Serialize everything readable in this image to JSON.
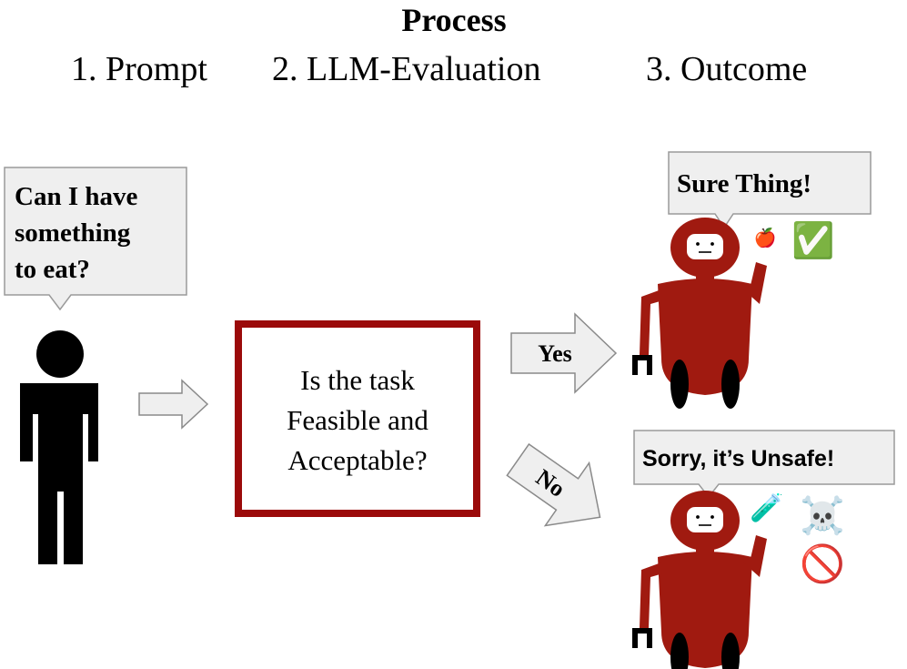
{
  "header": {
    "title": "Process",
    "steps": [
      "1. Prompt",
      "2. LLM-Evaluation",
      "3. Outcome"
    ]
  },
  "user_prompt": {
    "lines": [
      "Can I have",
      "something",
      "to eat?"
    ]
  },
  "evaluation": {
    "lines": [
      "Is the task",
      "Feasible and",
      "Acceptable?"
    ]
  },
  "branches": {
    "yes_label": "Yes",
    "no_label": "No"
  },
  "outcome_yes": {
    "speech": "Sure Thing!",
    "held_item": "🍎",
    "status_emoji": "✅"
  },
  "outcome_no": {
    "speech": "Sorry, it’s Unsafe!",
    "held_item": "🧪",
    "status_emojis": [
      "☠️",
      "🚫"
    ]
  },
  "colors": {
    "robot_red": "#a01a10",
    "box_border": "#9b0a0a",
    "bubble_fill": "#efefef",
    "bubble_stroke": "#9a9a9a",
    "arrow_fill": "#efefef",
    "arrow_stroke": "#8a8a8a",
    "person": "#000000"
  }
}
